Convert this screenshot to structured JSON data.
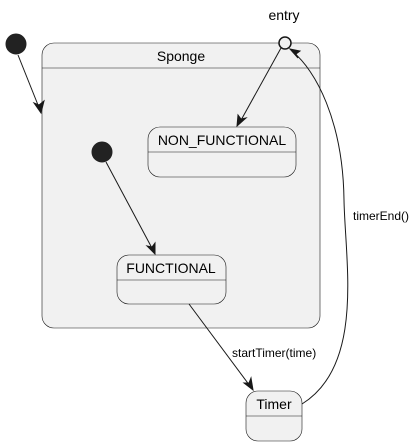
{
  "diagram": {
    "composite_state": "Sponge",
    "entry_point_label": "entry",
    "states": {
      "non_functional": "NON_FUNCTIONAL",
      "functional": "FUNCTIONAL",
      "timer": "Timer"
    },
    "transitions": {
      "functional_to_timer": "startTimer(time)",
      "timer_to_entry": "timerEnd()"
    }
  }
}
